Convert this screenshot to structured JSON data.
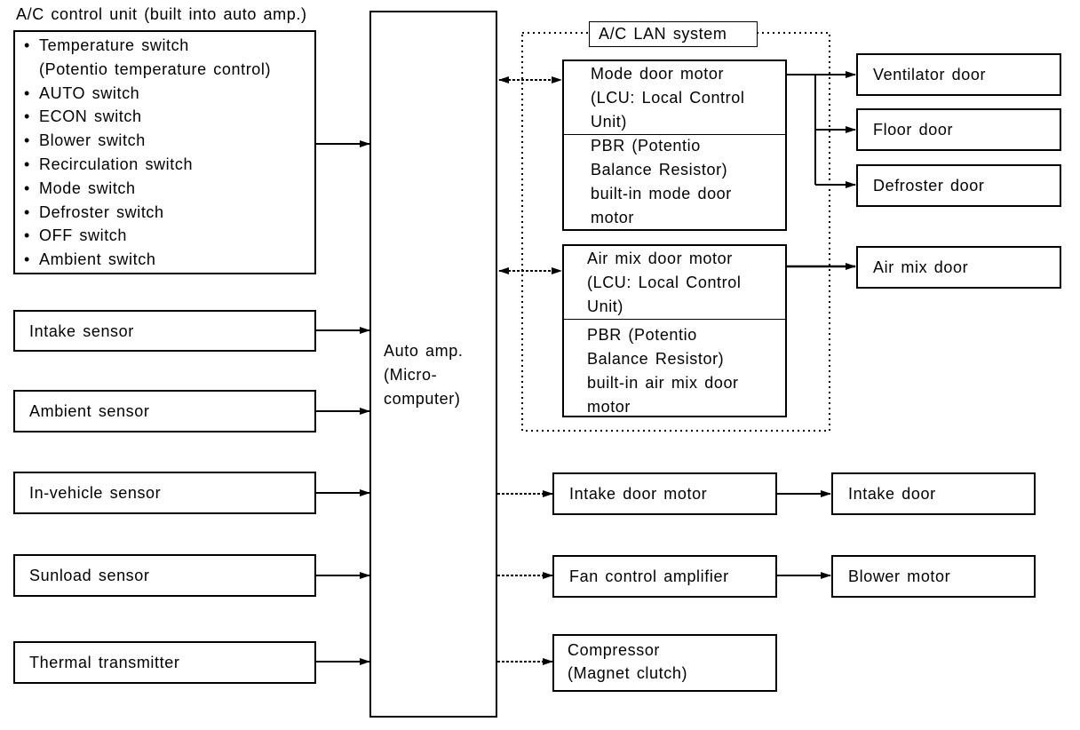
{
  "control_unit": {
    "title": "A/C control unit (built into auto amp.)",
    "switches": [
      "Temperature switch",
      "(Potentio temperature control)",
      "AUTO switch",
      "ECON switch",
      "Blower switch",
      "Recirculation switch",
      "Mode switch",
      "Defroster switch",
      "OFF switch",
      "Ambient switch"
    ]
  },
  "sensors": {
    "intake": "Intake sensor",
    "ambient": "Ambient sensor",
    "in_vehicle": "In-vehicle sensor",
    "sunload": "Sunload sensor",
    "thermal": "Thermal transmitter"
  },
  "auto_amp": {
    "line1": "Auto amp.",
    "line2": "(Micro-",
    "line3": "computer)"
  },
  "lan_system": {
    "label": "A/C LAN system",
    "mode_motor": {
      "top": [
        "Mode door motor",
        "(LCU: Local Control",
        "Unit)"
      ],
      "bottom": [
        "PBR (Potentio",
        "Balance Resistor)",
        "built-in mode door",
        "motor"
      ]
    },
    "air_mix_motor": {
      "top": [
        "Air mix door motor",
        "(LCU: Local Control",
        "Unit)"
      ],
      "bottom": [
        "PBR (Potentio",
        "Balance Resistor)",
        "built-in air mix door",
        "motor"
      ]
    }
  },
  "doors": {
    "ventilator": "Ventilator door",
    "floor": "Floor door",
    "defroster": "Defroster door",
    "air_mix": "Air mix door",
    "intake": "Intake door"
  },
  "actuators": {
    "intake_motor": "Intake door motor",
    "fan_amp": "Fan control amplifier",
    "blower": "Blower motor",
    "compressor_line1": "Compressor",
    "compressor_line2": "(Magnet clutch)"
  }
}
